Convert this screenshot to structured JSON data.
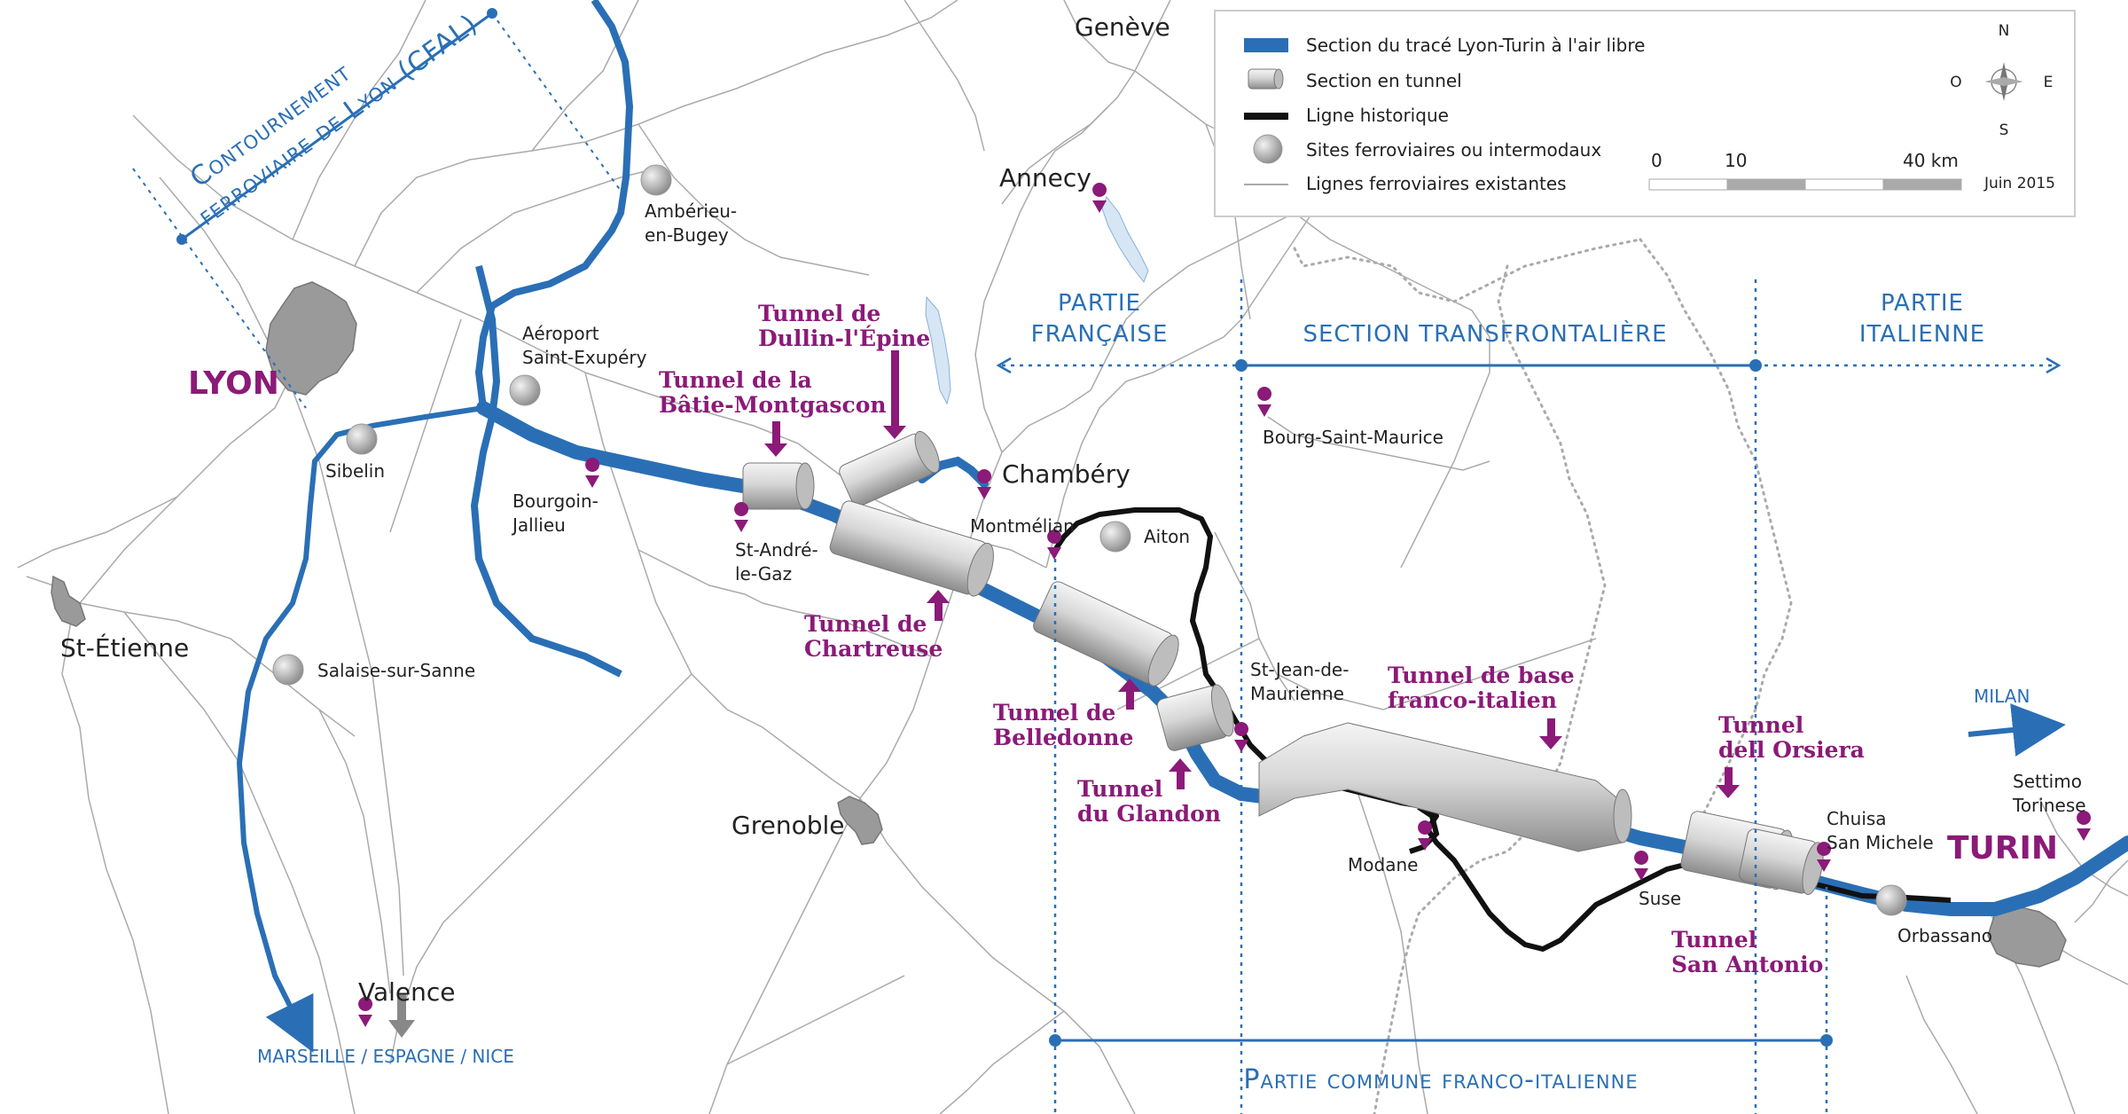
{
  "colors": {
    "line_open": "#2a6fb5",
    "historic": "#111111",
    "accent": "#8b1a78",
    "rail": "#aaaaaa"
  },
  "legend": {
    "items": [
      "Section du tracé Lyon-Turin à l'air libre",
      "Section en tunnel",
      "Ligne historique",
      "Sites ferroviaires ou intermodaux",
      "Lignes ferroviaires existantes"
    ],
    "compass": {
      "n": "N",
      "s": "S",
      "e": "E",
      "o": "O"
    },
    "scale": {
      "zero": "0",
      "ten": "10",
      "forty": "40 km"
    },
    "date": "Juin 2015"
  },
  "sections": {
    "fr_line1": "PARTIE",
    "fr_line2": "FRANÇAISE",
    "transfrontaliere": "SECTION TRANSFRONTALIÈRE",
    "it_line1": "PARTIE",
    "it_line2": "ITALIENNE",
    "commune": "Partie commune franco-italienne"
  },
  "cfal": {
    "line1": "Contournement",
    "line2": "ferroviaire de Lyon (CFAL)"
  },
  "cities": {
    "lyon": "LYON",
    "turin": "TURIN",
    "geneve": "Genève",
    "annecy": "Annecy",
    "chambery": "Chambéry",
    "grenoble": "Grenoble",
    "valence": "Valence",
    "st_etienne": "St-Étienne"
  },
  "places": {
    "amberieu1": "Ambérieu-",
    "amberieu2": "en-Bugey",
    "aeroport1": "Aéroport",
    "aeroport2": "Saint-Exupéry",
    "sibelin": "Sibelin",
    "bourgoin1": "Bourgoin-",
    "bourgoin2": "Jallieu",
    "standre1": "St-André-",
    "standre2": "le-Gaz",
    "montmelian": "Montmélian",
    "aiton": "Aiton",
    "bsm": "Bourg-Saint-Maurice",
    "sjm1": "St-Jean-de-",
    "sjm2": "Maurienne",
    "modane": "Modane",
    "suse": "Suse",
    "chuisa1": "Chuisa",
    "chuisa2": "San Michele",
    "orbassano": "Orbassano",
    "settimo1": "Settimo",
    "settimo2": "Torinese",
    "salaise": "Salaise-sur-Sanne",
    "milan": "MILAN",
    "marseille": "MARSEILLE / ESPAGNE / NICE"
  },
  "tunnels": {
    "dullin1": "Tunnel de",
    "dullin2": "Dullin-l'Épine",
    "batie1": "Tunnel de la",
    "batie2": "Bâtie-Montgascon",
    "chartreuse1": "Tunnel de",
    "chartreuse2": "Chartreuse",
    "belledonne1": "Tunnel de",
    "belledonne2": "Belledonne",
    "glandon1": "Tunnel",
    "glandon2": "du Glandon",
    "base1": "Tunnel de base",
    "base2": "franco-italien",
    "orsiera1": "Tunnel",
    "orsiera2": "dell Orsiera",
    "antonio1": "Tunnel",
    "antonio2": "San Antonio"
  }
}
